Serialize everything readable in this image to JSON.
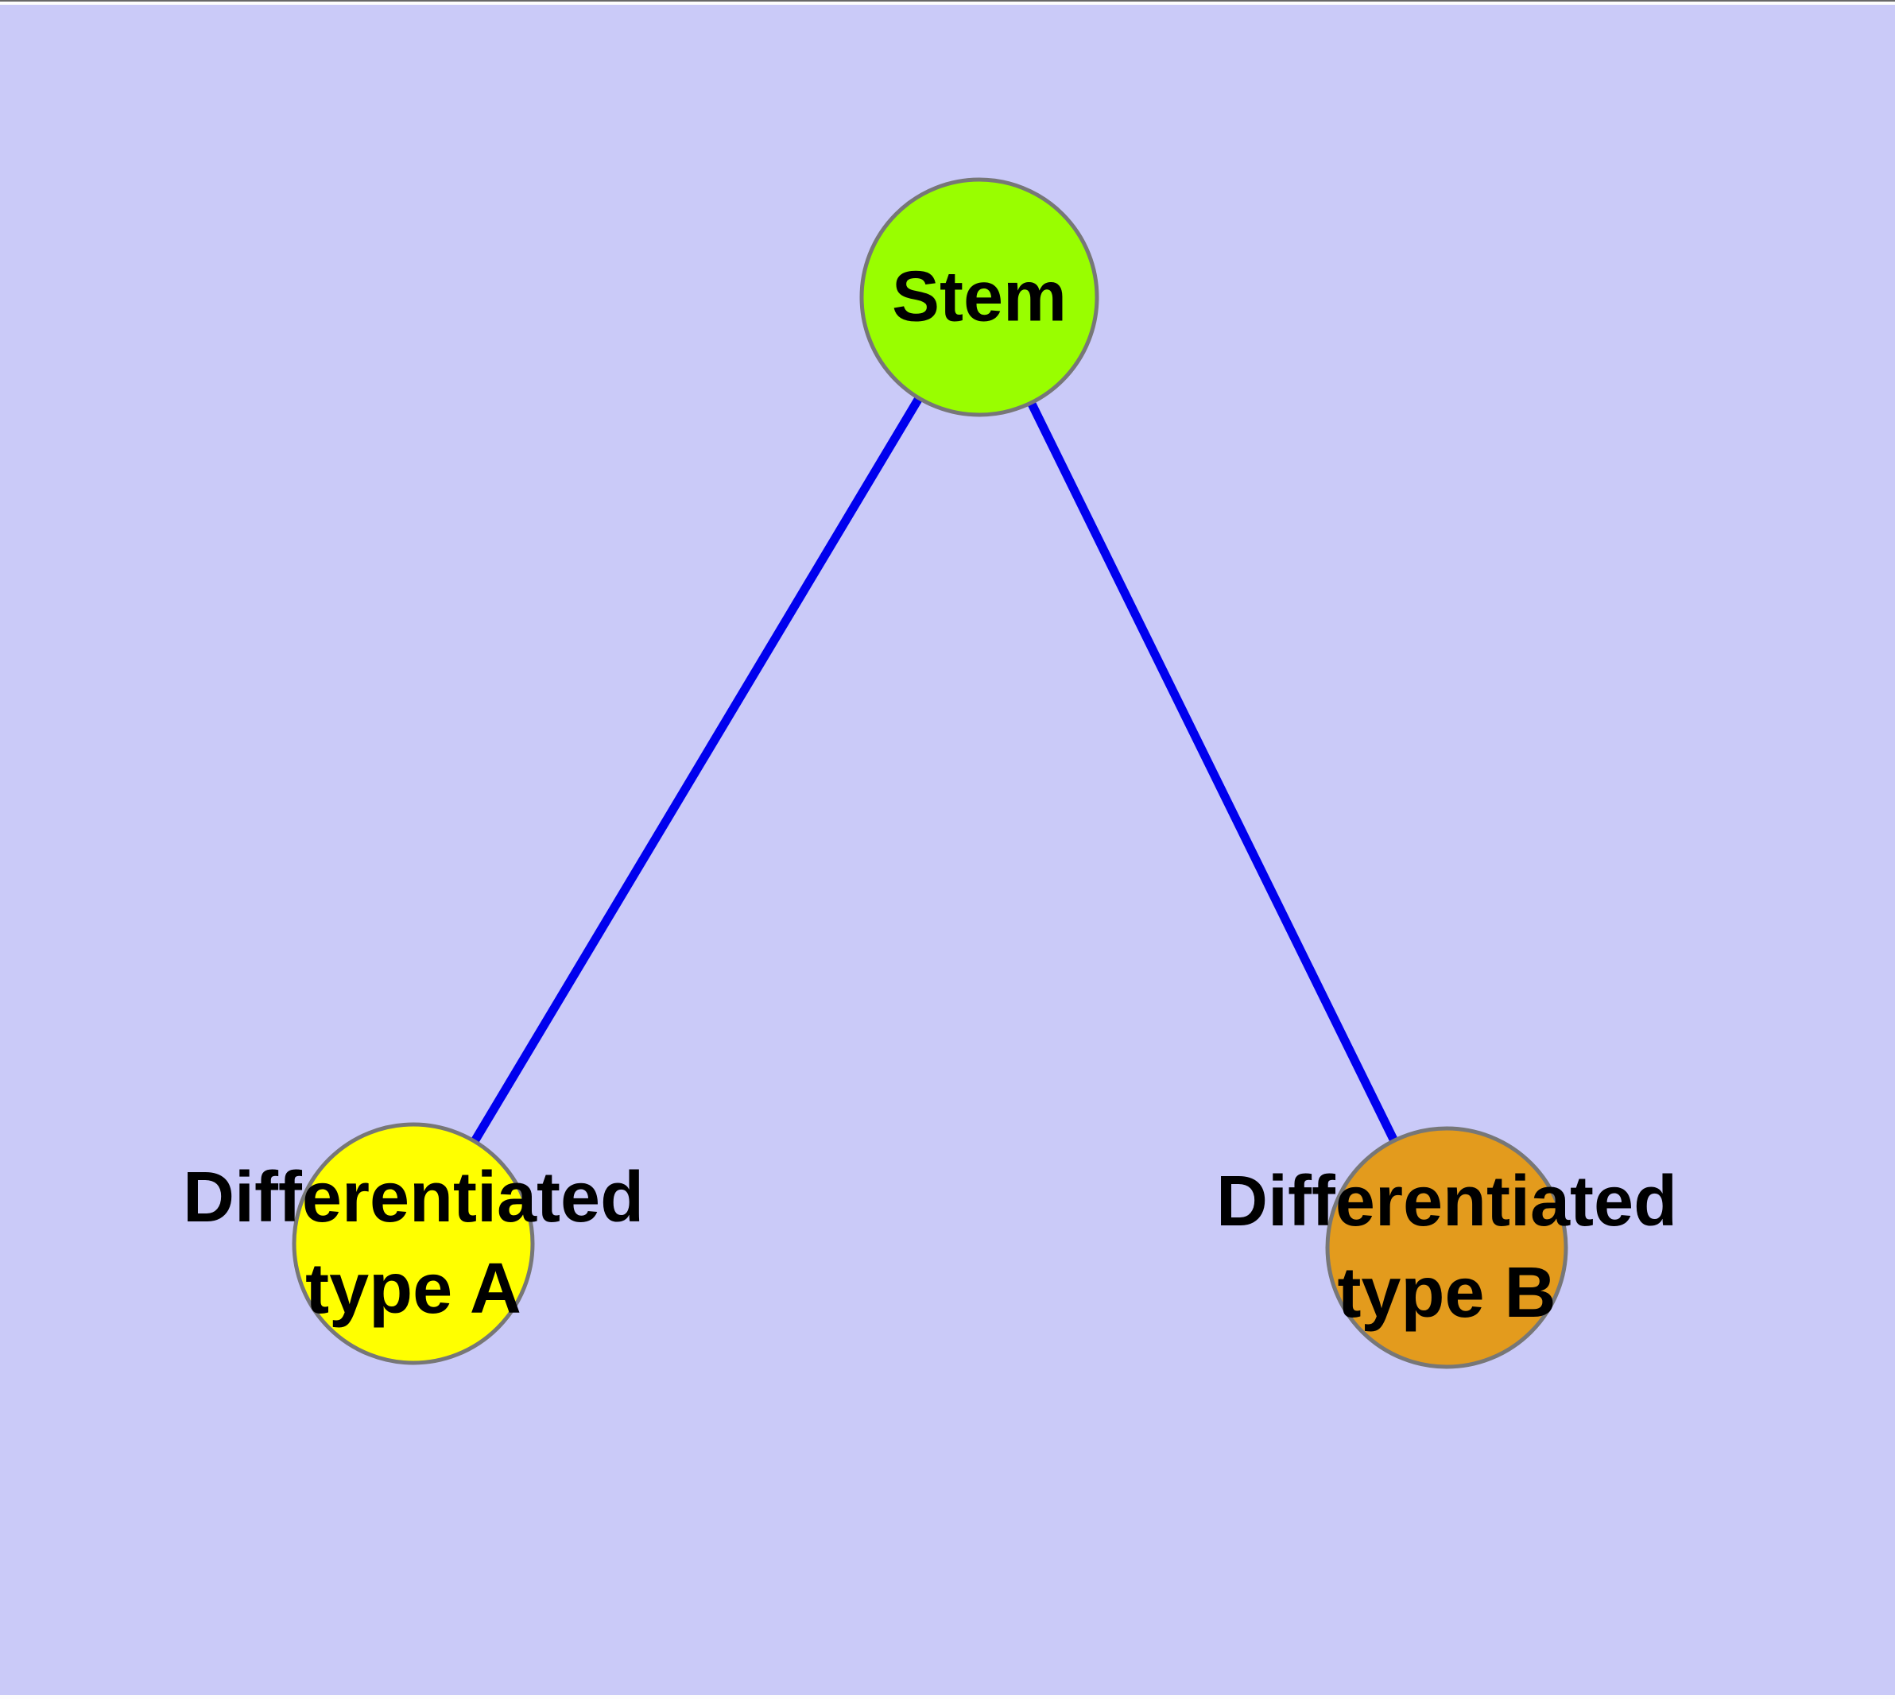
{
  "diagram": {
    "background": "#CACAF8",
    "edge_color": "#0000EE",
    "node_border_color": "#777777",
    "nodes": [
      {
        "id": "stem",
        "label": "Stem",
        "fill": "#99FE00"
      },
      {
        "id": "differentiated-type-a",
        "label_line1": "Differentiated",
        "label_line2": "type A",
        "fill": "#FFFF00"
      },
      {
        "id": "differentiated-type-b",
        "label_line1": "Differentiated",
        "label_line2": "type B",
        "fill": "#E39B1D"
      }
    ],
    "edges": [
      {
        "from": "stem",
        "to": "differentiated-type-a",
        "color": "#0000EE"
      },
      {
        "from": "stem",
        "to": "differentiated-type-b",
        "color": "#0000EE"
      }
    ]
  }
}
